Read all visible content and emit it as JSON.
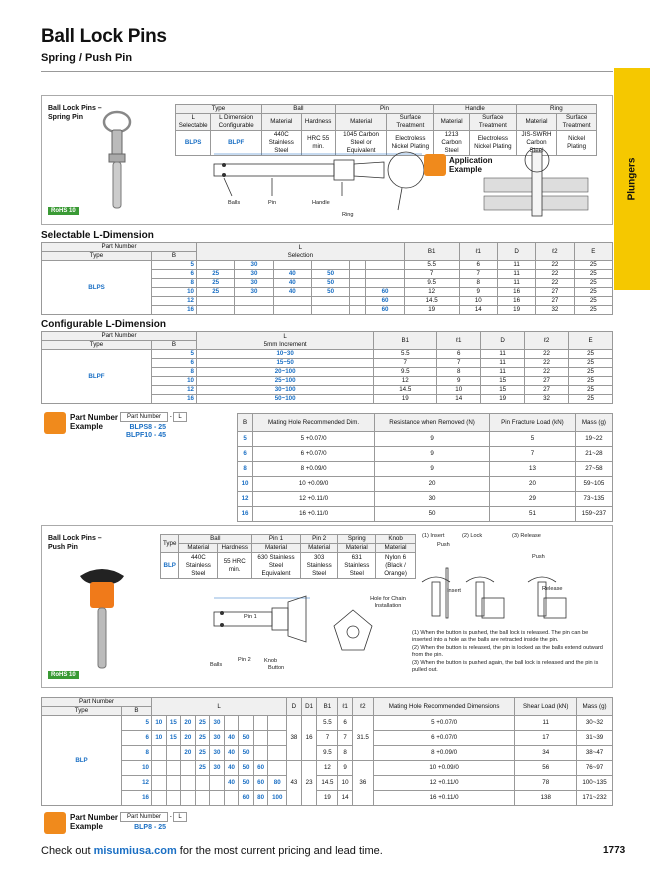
{
  "header": {
    "title": "Ball Lock Pins",
    "subtitle": "Spring / Push Pin",
    "side_tab": "Plungers"
  },
  "spring": {
    "panel_label": "Ball Lock Pins –\nSpring Pin",
    "rohs": "RoHS 10",
    "type_head": [
      "Type",
      "Ball",
      "Pin",
      "Handle",
      "Ring"
    ],
    "type_sub": [
      "L Selectable",
      "L Dimension Configurable",
      "Material",
      "Hardness",
      "Material",
      "Surface Treatment",
      "Material",
      "Surface Treatment",
      "Material",
      "Surface Treatment"
    ],
    "type_row": [
      "BLPS",
      "BLPF",
      "440C Stainless Steel",
      "HRC 55 min.",
      "1045 Carbon Steel or Equivalent",
      "Electroless Nickel Plating",
      "1213 Carbon Steel",
      "Electroless Nickel Plating",
      "JIS-SWRH Carbon Steel",
      "Nickel Plating"
    ],
    "parts": [
      "Balls",
      "Pin",
      "Handle",
      "Ring"
    ],
    "app_label": "Application Example"
  },
  "selectable": {
    "title": "Selectable L-Dimension",
    "head": [
      "Part Number",
      "Type",
      "B",
      "L",
      "Selection",
      "B1",
      "ℓ1",
      "D",
      "ℓ2",
      "E"
    ],
    "type": "BLPS",
    "rows": [
      {
        "b": "5",
        "l": [
          "",
          "30",
          "",
          "",
          "",
          ""
        ],
        "v": [
          "5.5",
          "6",
          "11",
          "22",
          "25"
        ]
      },
      {
        "b": "6",
        "l": [
          "25",
          "30",
          "40",
          "50",
          ""
        ],
        "v": [
          "7",
          "7",
          "11",
          "22",
          "25"
        ]
      },
      {
        "b": "8",
        "l": [
          "25",
          "30",
          "40",
          "50",
          ""
        ],
        "v": [
          "9.5",
          "8",
          "11",
          "22",
          "25"
        ]
      },
      {
        "b": "10",
        "l": [
          "25",
          "30",
          "40",
          "50",
          "60"
        ],
        "v": [
          "12",
          "9",
          "16",
          "27",
          "25"
        ]
      },
      {
        "b": "12",
        "l": [
          "",
          "",
          "",
          "",
          "60"
        ],
        "v": [
          "14.5",
          "10",
          "16",
          "27",
          "25"
        ]
      },
      {
        "b": "16",
        "l": [
          "",
          "",
          "",
          "",
          "60"
        ],
        "v": [
          "19",
          "14",
          "19",
          "32",
          "25"
        ]
      }
    ]
  },
  "configurable": {
    "title": "Configurable L-Dimension",
    "head": [
      "Part Number",
      "Type",
      "B",
      "L",
      "5mm Increment",
      "B1",
      "ℓ1",
      "D",
      "ℓ2",
      "E"
    ],
    "type": "BLPF",
    "rows": [
      {
        "b": "5",
        "l": "10~30",
        "v": [
          "5.5",
          "6",
          "11",
          "22",
          "25"
        ]
      },
      {
        "b": "6",
        "l": "15~50",
        "v": [
          "7",
          "7",
          "11",
          "22",
          "25"
        ]
      },
      {
        "b": "8",
        "l": "20~100",
        "v": [
          "9.5",
          "8",
          "11",
          "22",
          "25"
        ]
      },
      {
        "b": "10",
        "l": "25~100",
        "v": [
          "12",
          "9",
          "15",
          "27",
          "25"
        ]
      },
      {
        "b": "12",
        "l": "30~100",
        "v": [
          "14.5",
          "10",
          "15",
          "27",
          "25"
        ]
      },
      {
        "b": "16",
        "l": "50~100",
        "v": [
          "19",
          "14",
          "19",
          "32",
          "25"
        ]
      }
    ]
  },
  "example1": {
    "label": "Part Number Example",
    "pn": "Part Number",
    "dash": "-",
    "l": "L",
    "rows": [
      [
        "BLPS8",
        "-",
        "25"
      ],
      [
        "BLPF10",
        "-",
        "45"
      ]
    ]
  },
  "mating1": {
    "head": [
      "B",
      "Mating Hole Recommended Dim.",
      "Resistance when Removed (N)",
      "Pin Fracture Load (kN)",
      "Mass (g)"
    ],
    "rows": [
      [
        "5",
        "5 +0.07/0",
        "9",
        "5",
        "19~22"
      ],
      [
        "6",
        "6 +0.07/0",
        "9",
        "7",
        "21~28"
      ],
      [
        "8",
        "8 +0.09/0",
        "9",
        "13",
        "27~58"
      ],
      [
        "10",
        "10 +0.09/0",
        "20",
        "20",
        "59~105"
      ],
      [
        "12",
        "12 +0.11/0",
        "30",
        "29",
        "73~135"
      ],
      [
        "16",
        "16 +0.11/0",
        "50",
        "51",
        "159~237"
      ]
    ]
  },
  "push": {
    "panel_label": "Ball Lock Pins –\nPush Pin",
    "rohs": "RoHS 10",
    "head": [
      "Type",
      "Ball",
      "Pin 1",
      "Pin 2",
      "Spring",
      "Knob"
    ],
    "sub": [
      "Material",
      "Hardness",
      "Material",
      "Material",
      "Material",
      "Material"
    ],
    "row": [
      "BLP",
      "440C Stainless Steel",
      "55 HRC min.",
      "630 Stainless Steel Equivalent",
      "303 Stainless Steel",
      "631 Stainless Steel",
      "Nylon 6 (Black / Orange)"
    ],
    "steps": [
      "(1) Insert",
      "(2) Lock",
      "(3) Release"
    ],
    "push_lbl": "Push",
    "insert_lbl": "Insert",
    "release_lbl": "Release",
    "hole_lbl": "Hole for Chain Installation",
    "parts": [
      "Pin 1",
      "Balls",
      "Pin 2",
      "Knob",
      "Button"
    ],
    "notes": [
      "(1) When the button is pushed, the ball lock is released. The pin can be inserted into a hole as the balls are retracted inside the pin.",
      "(2) When the button is released, the pin is locked as the balls extend outward from the pin.",
      "(3) When the button is pushed again, the ball lock is released and the pin is pulled out."
    ]
  },
  "blp_table": {
    "head": [
      "Part Number",
      "Type",
      "B",
      "L",
      "D",
      "D1",
      "B1",
      "ℓ1",
      "ℓ2",
      "Mating Hole Recommended Dimensions",
      "Shear Load (kN)",
      "Mass (g)"
    ],
    "type": "BLP",
    "rows": [
      {
        "b": "5",
        "l": [
          "10",
          "15",
          "20",
          "25",
          "30",
          "",
          "",
          "",
          ""
        ],
        "b1": "5.5",
        "l1": "6",
        "hole": "5 +0.07/0",
        "shear": "11",
        "mass": "30~32"
      },
      {
        "b": "6",
        "l": [
          "10",
          "15",
          "20",
          "25",
          "30",
          "40",
          "50",
          "",
          ""
        ],
        "b1": "7",
        "l1": "7",
        "hole": "6 +0.07/0",
        "shear": "17",
        "mass": "31~39"
      },
      {
        "b": "8",
        "l": [
          "",
          "",
          "20",
          "25",
          "30",
          "40",
          "50",
          "",
          ""
        ],
        "b1": "9.5",
        "l1": "8",
        "hole": "8 +0.09/0",
        "shear": "34",
        "mass": "38~47"
      },
      {
        "b": "10",
        "l": [
          "",
          "",
          "",
          "25",
          "30",
          "40",
          "50",
          "60",
          ""
        ],
        "b1": "12",
        "l1": "9",
        "hole": "10 +0.09/0",
        "shear": "56",
        "mass": "76~97"
      },
      {
        "b": "12",
        "l": [
          "",
          "",
          "",
          "",
          "",
          "40",
          "50",
          "60",
          "80"
        ],
        "b1": "14.5",
        "l1": "10",
        "hole": "12 +0.11/0",
        "shear": "78",
        "mass": "100~135"
      },
      {
        "b": "16",
        "l": [
          "",
          "",
          "",
          "",
          "",
          "",
          "60",
          "80",
          "100"
        ],
        "b1": "19",
        "l1": "14",
        "hole": "16 +0.11/0",
        "shear": "138",
        "mass": "171~232"
      }
    ],
    "d_a": "38",
    "d1_a": "16",
    "l2_a": "31.5",
    "d_b": "43",
    "d1_b": "23",
    "l2_b": "36"
  },
  "example2": {
    "label": "Part Number Example",
    "pn": "Part Number",
    "dash": "-",
    "l": "L",
    "row": [
      "BLP8",
      "-",
      "25"
    ]
  },
  "footer": {
    "pre": "Check out ",
    "site": "misumiusa.com",
    "post": " for the most current pricing and lead time.",
    "page": "1773"
  }
}
